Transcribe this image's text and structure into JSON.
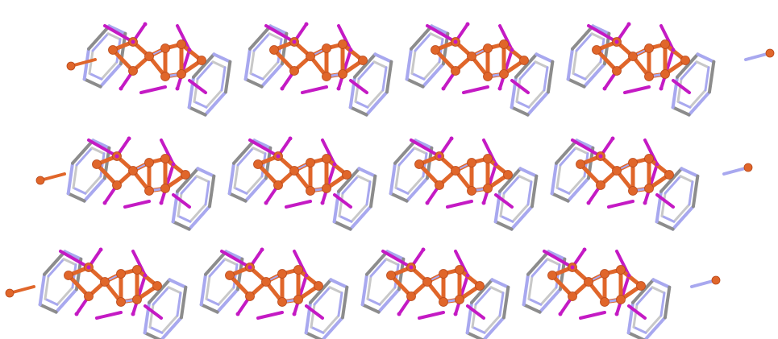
{
  "image": {
    "kind": "ball-and-stick crystal packing diagram",
    "rows": 3,
    "units_per_row": 4,
    "colors": {
      "background": "#ffffff",
      "metal": "#e0662a",
      "metal_dark": "#b7471a",
      "halide": "#c41ac4",
      "nitrogen": "#a8a8ef",
      "carbon": "#8c8c8c",
      "carbon_light": "#c8c8c8"
    }
  }
}
